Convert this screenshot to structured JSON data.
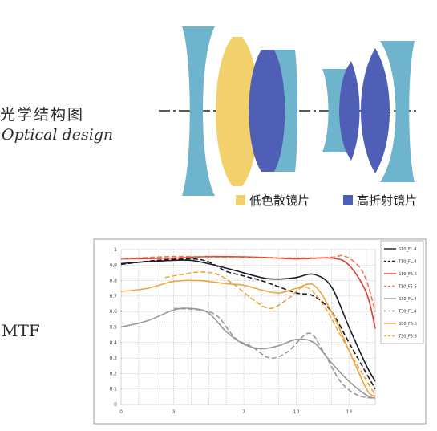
{
  "optical": {
    "title_cn": "光学结构图",
    "title_en": "Optical design",
    "legend": [
      {
        "label": "低色散镜片",
        "color": "#F2D06B"
      },
      {
        "label": "高折射镜片",
        "color": "#4E5FB5"
      }
    ],
    "colors": {
      "normal": "#6DB4CC",
      "low_dispersion": "#F2D06B",
      "high_refraction": "#4E5FB5"
    }
  },
  "mtf": {
    "title": "MTF",
    "chart_data": {
      "type": "line",
      "xlim": [
        0,
        14.5
      ],
      "ylim": [
        0,
        1
      ],
      "x_ticks": [
        0,
        3,
        7,
        10,
        13
      ],
      "y_ticks": [
        0,
        0.1,
        0.2,
        0.3,
        0.4,
        0.5,
        0.6,
        0.7,
        0.8,
        0.9,
        1
      ],
      "grid": true,
      "legend_position": "right",
      "series": [
        {
          "name": "S10_FL.4",
          "color": "#1a1a2e",
          "dash": false,
          "points": [
            [
              0,
              0.91
            ],
            [
              2,
              0.925
            ],
            [
              4,
              0.93
            ],
            [
              6,
              0.88
            ],
            [
              8,
              0.82
            ],
            [
              9,
              0.81
            ],
            [
              10,
              0.82
            ],
            [
              11,
              0.84
            ],
            [
              12,
              0.76
            ],
            [
              13,
              0.5
            ],
            [
              14,
              0.25
            ],
            [
              14.5,
              0.15
            ]
          ]
        },
        {
          "name": "T10_FL.4",
          "color": "#1a1a1a",
          "dash": true,
          "points": [
            [
              0,
              0.905
            ],
            [
              2,
              0.93
            ],
            [
              4,
              0.94
            ],
            [
              5,
              0.92
            ],
            [
              6,
              0.86
            ],
            [
              7,
              0.83
            ],
            [
              8,
              0.8
            ],
            [
              9,
              0.76
            ],
            [
              10,
              0.72
            ],
            [
              11,
              0.7
            ],
            [
              12,
              0.6
            ],
            [
              13,
              0.4
            ],
            [
              14,
              0.2
            ],
            [
              14.5,
              0.1
            ]
          ]
        },
        {
          "name": "S10_F5.6",
          "color": "#e03a35",
          "dash": false,
          "points": [
            [
              0,
              0.94
            ],
            [
              3,
              0.945
            ],
            [
              5,
              0.955
            ],
            [
              8,
              0.95
            ],
            [
              10,
              0.94
            ],
            [
              12,
              0.945
            ],
            [
              13,
              0.9
            ],
            [
              14,
              0.72
            ],
            [
              14.5,
              0.49
            ]
          ]
        },
        {
          "name": "T10_F5.6",
          "color": "#ee7a44",
          "dash": true,
          "points": [
            [
              0,
              0.94
            ],
            [
              3,
              0.955
            ],
            [
              6,
              0.95
            ],
            [
              10,
              0.945
            ],
            [
              12,
              0.95
            ],
            [
              12.7,
              0.96
            ],
            [
              13.5,
              0.9
            ],
            [
              14,
              0.8
            ],
            [
              14.5,
              0.6
            ]
          ]
        },
        {
          "name": "S30_FL.4",
          "color": "#999999",
          "dash": false,
          "points": [
            [
              0,
              0.5
            ],
            [
              1.5,
              0.54
            ],
            [
              3,
              0.61
            ],
            [
              4,
              0.62
            ],
            [
              5,
              0.59
            ],
            [
              6,
              0.47
            ],
            [
              7,
              0.39
            ],
            [
              8,
              0.36
            ],
            [
              9,
              0.38
            ],
            [
              10,
              0.42
            ],
            [
              11,
              0.4
            ],
            [
              12,
              0.27
            ],
            [
              13,
              0.15
            ],
            [
              14,
              0.06
            ],
            [
              14.5,
              0.04
            ]
          ]
        },
        {
          "name": "T30_FL.4",
          "color": "#999999",
          "dash": true,
          "points": [
            [
              3,
              0.62
            ],
            [
              4.5,
              0.61
            ],
            [
              5.5,
              0.57
            ],
            [
              6.5,
              0.43
            ],
            [
              7.5,
              0.37
            ],
            [
              8.5,
              0.3
            ],
            [
              9.5,
              0.34
            ],
            [
              10.7,
              0.46
            ],
            [
              11.5,
              0.35
            ],
            [
              12.5,
              0.15
            ],
            [
              13.5,
              0.06
            ],
            [
              14.5,
              0.04
            ]
          ]
        },
        {
          "name": "S30_F5.6",
          "color": "#f0a43c",
          "dash": false,
          "points": [
            [
              0,
              0.73
            ],
            [
              1.5,
              0.75
            ],
            [
              3,
              0.795
            ],
            [
              4.5,
              0.8
            ],
            [
              6,
              0.78
            ],
            [
              7,
              0.77
            ],
            [
              8,
              0.74
            ],
            [
              9,
              0.72
            ],
            [
              10,
              0.75
            ],
            [
              11,
              0.77
            ],
            [
              12,
              0.6
            ],
            [
              13,
              0.35
            ],
            [
              14,
              0.1
            ],
            [
              14.5,
              0.05
            ]
          ]
        },
        {
          "name": "T30_F5.6",
          "color": "#f0a43c",
          "dash": true,
          "points": [
            [
              2.5,
              0.82
            ],
            [
              3.5,
              0.84
            ],
            [
              4.5,
              0.855
            ],
            [
              5.5,
              0.84
            ],
            [
              6.5,
              0.77
            ],
            [
              7.5,
              0.68
            ],
            [
              8.5,
              0.62
            ],
            [
              9.5,
              0.68
            ],
            [
              10.5,
              0.76
            ],
            [
              11.5,
              0.65
            ],
            [
              12.5,
              0.45
            ],
            [
              13.5,
              0.25
            ],
            [
              14.5,
              0.06
            ]
          ]
        }
      ]
    }
  }
}
